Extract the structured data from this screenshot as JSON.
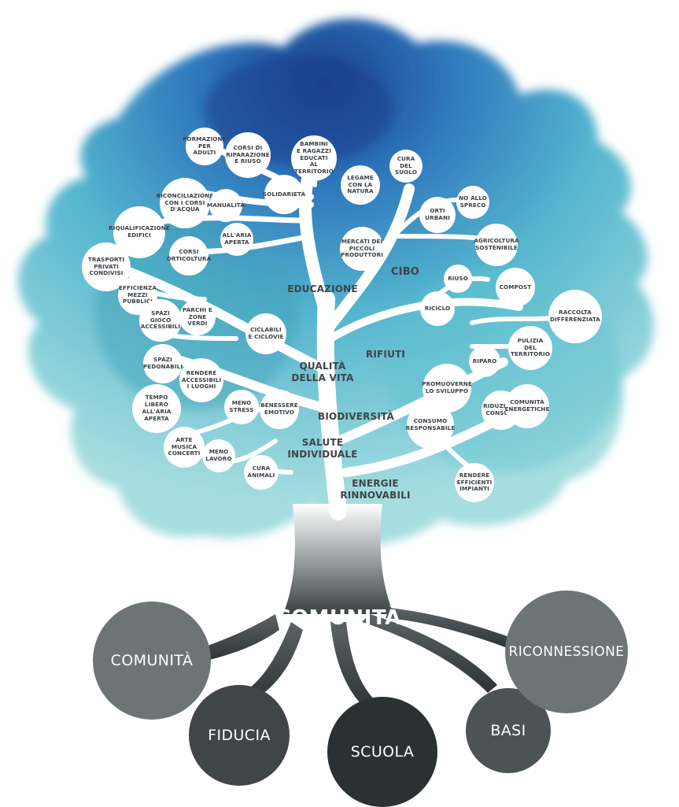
{
  "trunk": {
    "title": "COMUNITÀ"
  },
  "roots": [
    {
      "id": "comunita",
      "label": "COMUNITÀ",
      "color": "#6d7475"
    },
    {
      "id": "fiducia",
      "label": "FIDUCIA",
      "color": "#3f4647"
    },
    {
      "id": "scuola",
      "label": "SCUOLA",
      "color": "#2b3133"
    },
    {
      "id": "basi",
      "label": "BASI",
      "color": "#4b5354"
    },
    {
      "id": "riconnessione",
      "label": "RICONNESSIONE",
      "color": "#6d7475"
    }
  ],
  "branch_labels": {
    "educazione": "EDUCAZIONE",
    "cibo": "CIBO",
    "rifiuti": "RIFIUTI",
    "qualita": "QUALITÀ\nDELLA VITA",
    "biodiversita": "BIODIVERSITÀ",
    "salute": "SALUTE\nINDIVIDUALE",
    "energie": "ENERGIE\nRINNOVABILI"
  },
  "leaves": {
    "formazione_adulti": "FORMAZIONE\nPER\nADULTI",
    "corsi_riparazione": "CORSI DI\nRIPARAZIONE\nE RIUSO",
    "bambini_ragazzi": "BAMBINI\nE RAGAZZI\nEDUCATI\nAL TERRITORIO",
    "solidarieta": "SOLIDARIETÀ",
    "legame_natura": "LEGAME\nCON LA\nNATURA",
    "cura_suolo": "CURA\nDEL\nSUOLO",
    "riconciliazione": "RICONCILIAZIONE\nCON I CORSI\nD'ACQUA",
    "manualita": "MANUALITÀ",
    "aria_aperta": "ALL'ARIA\nAPERTA",
    "riqualificazione": "RIQUALIFICAZIONE\nEDIFICI",
    "corsi_orticoltura": "CORSI\nORTICOLTURA",
    "trasporti": "TRASPORTI\nPRIVATI\nCONDIVISI",
    "efficienza": "EFFICIENZA\nMEZZI\nPUBBLICI",
    "spazi_gioco": "SPAZI\nGIOCO\nACCESSIBILI",
    "parchi": "PARCHI E\nZONE VERDI",
    "ciclabili": "CICLABILI\nE CICLOVIE",
    "spazi_pedonabili": "SPAZI\nPEDONABILI",
    "rendere_accessibili": "RENDERE\nACCESSIBILI\nI LUOGHI",
    "tempo_libero": "TEMPO LIBERO\nALL'ARIA\nAPERTA",
    "meno_stress": "MENO\nSTRESS",
    "benessere": "BENESSERE\nEMOTIVO",
    "arte": "ARTE\nMUSICA\nCONCERTI",
    "meno_lavoro": "MENO\nLAVORO",
    "cura_animali": "CURA\nANIMALI",
    "orti_urbani": "ORTI\nURBANI",
    "no_spreco": "NO ALLO\nSPRECO",
    "agricoltura": "AGRICOLTURA\nSOSTENIBILE",
    "mercati": "MERCATI DEI\nPICCOLI\nPRODUTTORI",
    "riuso": "RIUSO",
    "compost": "COMPOST",
    "riciclo": "RICICLO",
    "raccolta": "RACCOLTA\nDIFFERENZIATA",
    "pulizia": "PULIZIA DEL\nTERRITORIO",
    "riparo": "RIPARO",
    "promuoverne": "PROMUOVERNE\nLO SVILUPPO",
    "riduzione_consumi": "RIDUZIONE\nCONSUMI",
    "comunita_energetiche": "COMUNITÀ\nENERGETICHE",
    "consumo_responsabile": "CONSUMO\nRESPONSABILE",
    "rendere_efficienti": "RENDERE\nEFFICIENTI\nIMPIANTI"
  }
}
